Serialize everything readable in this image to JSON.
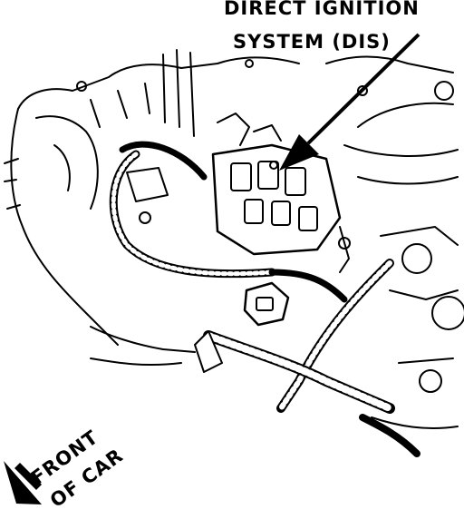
{
  "callout": {
    "line1": "DIRECT IGNITION",
    "line2": "SYSTEM (DIS)"
  },
  "orientation": {
    "line1": "FRONT",
    "line2": "OF CAR"
  },
  "colors": {
    "ink": "#000000",
    "paper": "#ffffff"
  }
}
